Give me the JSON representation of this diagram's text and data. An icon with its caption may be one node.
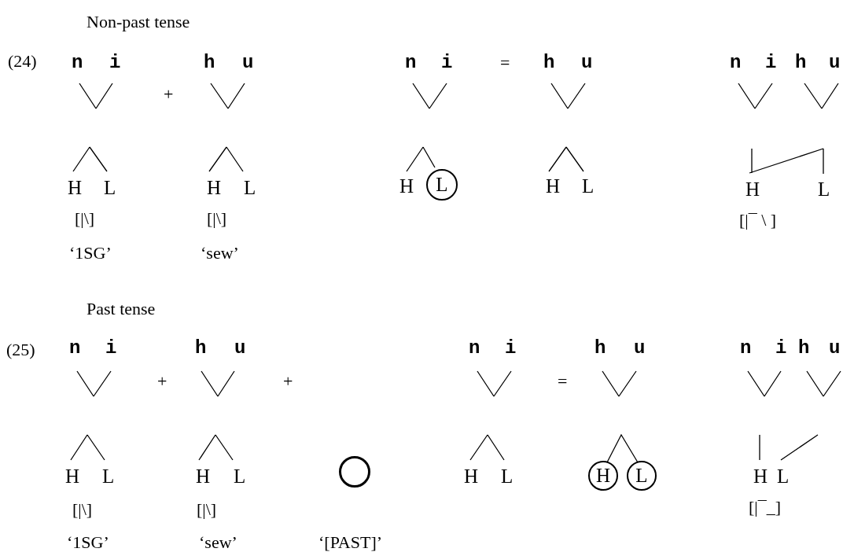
{
  "diagram": {
    "nodes": [
      {
        "text": [
          "L"
        ]
      },
      {
        "text": [],
        "shape": "circle"
      },
      {
        "text": [
          "H"
        ]
      },
      {
        "text": [
          "L"
        ]
      }
    ],
    "edges": [
      {
        "from": 2,
        "to": 3,
        "arrow": "none"
      }
    ],
    "labels": [
      "Non-past tense",
      "(24)",
      "n",
      "i",
      "h",
      "u",
      "n",
      "i",
      "=",
      "h",
      "u",
      "n",
      "i",
      "h",
      "u",
      "+",
      "H",
      "L",
      "H",
      "L",
      "H",
      "H",
      "L",
      "H",
      "L",
      "[|\\]",
      "[|\\]",
      "[|¯ \\ ]",
      "‘1SG’",
      "‘sew’",
      "Past tense",
      "(25)",
      "n",
      "i",
      "h",
      "u",
      "n",
      "i",
      "h",
      "u",
      "n",
      "i",
      "h",
      "u",
      "+",
      "+",
      "=",
      "H",
      "L",
      "H",
      "L",
      "H",
      "L",
      "H",
      "L",
      "[|\\]",
      "[|\\]",
      "[|¯_]",
      "‘1SG’",
      "‘sew’",
      "‘[PAST]’"
    ]
  }
}
